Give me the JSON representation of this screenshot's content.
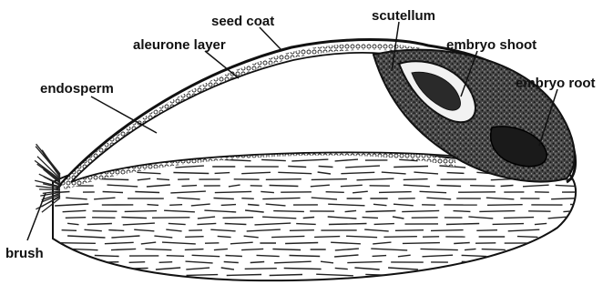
{
  "diagram": {
    "labels": {
      "seed_coat": "seed coat",
      "scutellum": "scutellum",
      "aleurone_layer": "aleurone layer",
      "embryo_shoot": "embryo shoot",
      "endosperm": "endosperm",
      "embryo_root": "embryo root",
      "brush": "brush"
    },
    "colors": {
      "ink": "#111111",
      "embryo": "#3a3a3a",
      "background": "#ffffff"
    }
  }
}
